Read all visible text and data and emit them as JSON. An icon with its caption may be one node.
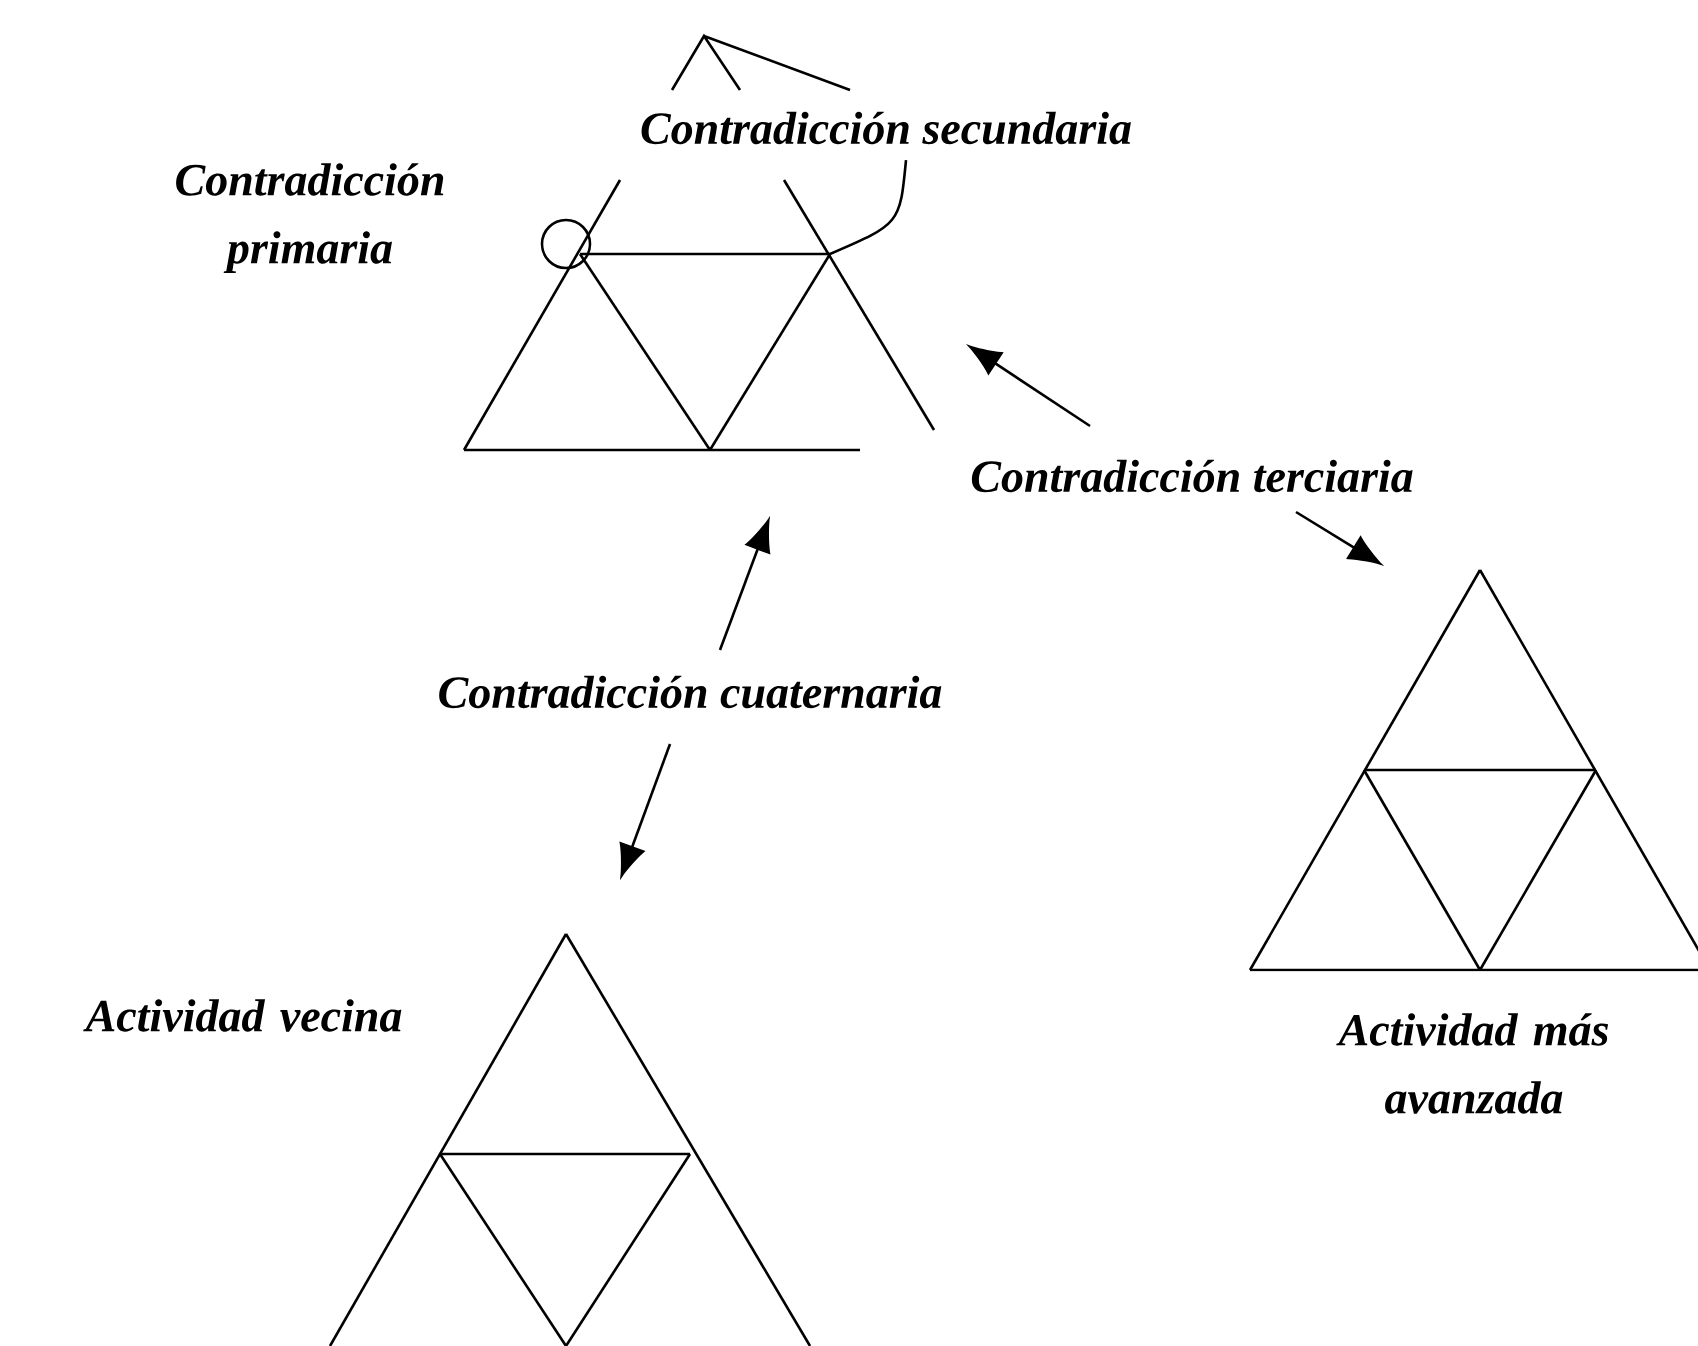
{
  "diagram": {
    "nodes": [
      {
        "text": [],
        "shape": "triangle",
        "beside": [
          "Contradicción primaria"
        ]
      },
      {
        "text": [
          "Contradicción secundaria"
        ]
      },
      {
        "text": [
          "Contradicción terciaria"
        ]
      },
      {
        "text": [],
        "shape": "triangle",
        "beside": [
          "Actividad más avanzada"
        ]
      },
      {
        "text": [
          "Contradicción cuaternaria"
        ]
      },
      {
        "text": [],
        "shape": "triangle",
        "beside": [
          "Actividad vecina"
        ]
      }
    ],
    "edges": [
      {
        "from": 1,
        "to": 0,
        "arrow": "none"
      },
      {
        "from": 2,
        "to": 0,
        "arrow": "to"
      },
      {
        "from": 2,
        "to": 3,
        "arrow": "to"
      },
      {
        "from": 4,
        "to": 0,
        "arrow": "to"
      },
      {
        "from": 4,
        "to": 5,
        "arrow": "to"
      }
    ]
  }
}
